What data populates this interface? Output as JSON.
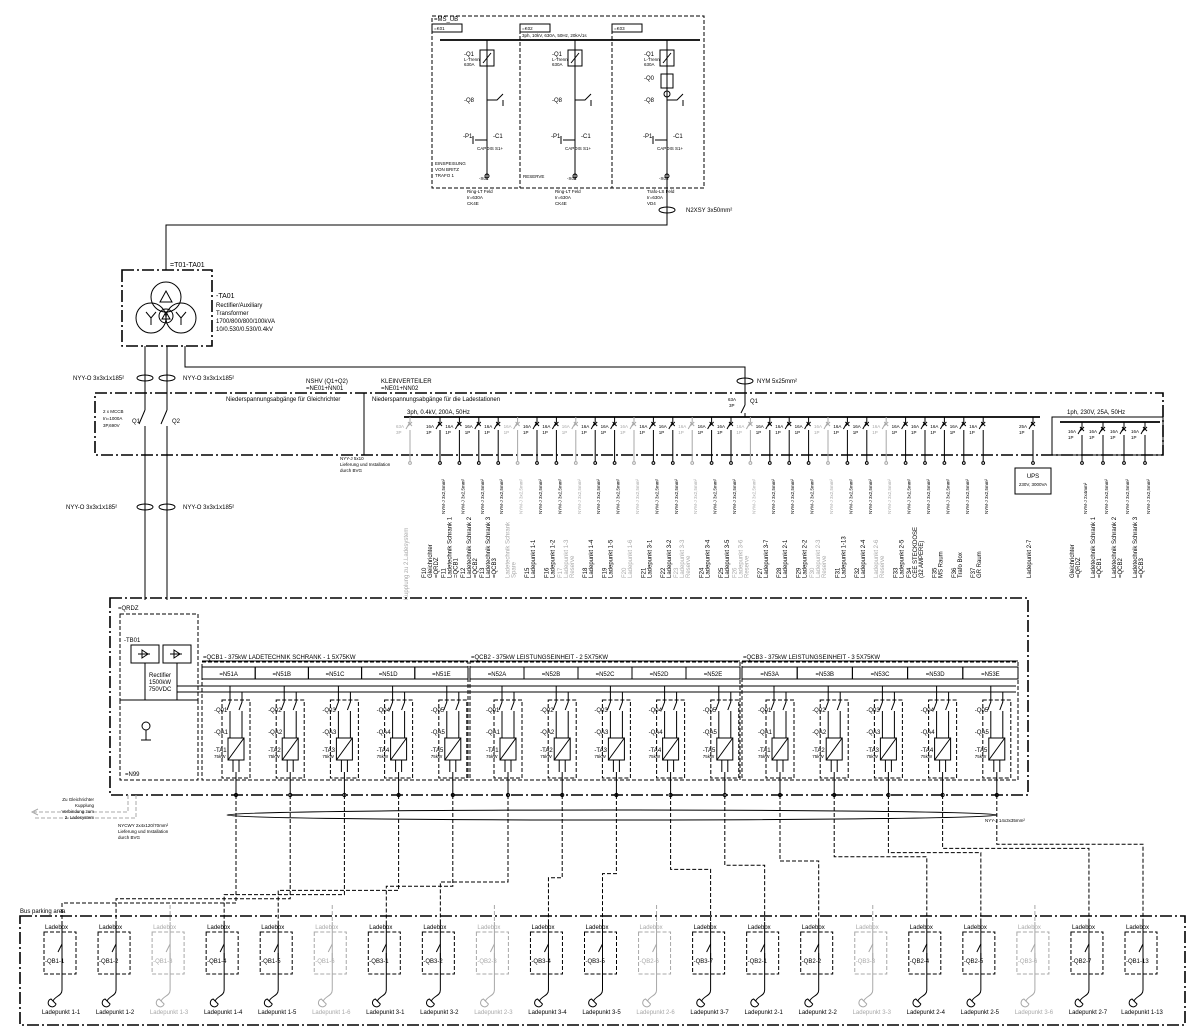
{
  "ms_panel": {
    "title": "=MS_UB",
    "busbar": "3ph, 10kV, 630A, 50Hz, 20kA/1s",
    "feeders": [
      {
        "id": "=K01",
        "q1": "-Q1",
        "q1_type": "L-Trenn",
        "q1_rating": "630A",
        "q0": "",
        "q8": "-Q8",
        "p1": "-P1",
        "c1": "-C1",
        "capdis": "CAPDIS S1+",
        "x": "-X01",
        "desc": [
          "Ring-LT Feld",
          "Ir=630A",
          "CK4E"
        ],
        "note": [
          "EINSPEISUNG",
          "VON BRITZ",
          "TRAFO 1"
        ]
      },
      {
        "id": "=K02",
        "q1": "-Q1",
        "q1_type": "L-Trenn",
        "q1_rating": "630A",
        "q0": "",
        "q8": "-Q8",
        "p1": "-P1",
        "c1": "-C1",
        "capdis": "CAPDIS S1+",
        "x": "-X02",
        "desc": [
          "Ring-LT Feld",
          "Ir=630A",
          "CK4E"
        ],
        "note": [
          "RESERVE"
        ]
      },
      {
        "id": "=K03",
        "q1": "-Q1",
        "q1_type": "L-Trenn",
        "q1_rating": "630A",
        "q0": "-Q0",
        "q8": "-Q8",
        "p1": "-P1",
        "c1": "-C1",
        "capdis": "CAPDIS S1+",
        "x": "-X03",
        "desc": [
          "Trafo-LS Feld",
          "Ir=630A",
          "VD4"
        ],
        "note": []
      }
    ],
    "cable": "N2XSY 3x50mm²"
  },
  "transformer": {
    "id": "=T01-TA01",
    "name": "-TA01",
    "lines": [
      "Rectifier/Auxiliary",
      "Transformer",
      "1700/800/800/100kVA",
      "10/0.530/0.530/0.4kV"
    ]
  },
  "cables": {
    "tr_left": "NYY-O 3x3x1x185²",
    "tr_right": "NYY-O 3x3x1x185²",
    "rect_left": "NYY-O 3x3x1x185²",
    "rect_right": "NYY-O 3x3x1x185²",
    "aux": "NYM 5x25mm²",
    "units_out": "NYY-J 14x3x35mm²",
    "coupling": [
      "NYCWY 2x4x120/70mm²",
      "Lieferung und Installation",
      "durch BVG"
    ],
    "coupling_note": [
      "Zu Gleichrichter",
      "Kupplung",
      "Verbindung zum",
      "2. Ladesystem"
    ]
  },
  "lv": {
    "nshv": "NSHV (Q1+Q2)",
    "nshv_id": "=NE01+NN01",
    "kv": "KLEINVERTEILER",
    "kv_id": "=NE01+NN02",
    "left_title": "Niederspannungsabgänge für Gleichrichter",
    "right_title": "Niederspannungsabgänge für die Ladestationen",
    "mccb": [
      "2 x MCCB",
      "In=1000A",
      "3P,690V"
    ],
    "q1": "Q1",
    "q2": "Q2",
    "inc_rating": "63A",
    "inc_pole": "3P",
    "inc_q": "Q1",
    "bus3": "3ph, 0.4kV, 200A, 50Hz",
    "bus1": "1ph, 230V, 25A, 50Hz",
    "kupplung_cable": [
      "NYY-J 5x10",
      "Lieferung und Installation",
      "durch BVG"
    ],
    "ups": [
      "UPS",
      "230V, 3000VA"
    ],
    "kupplung": {
      "rating": "63A",
      "pole": "3P",
      "label": [
        "Kupplung zu 2.Ladesystem"
      ],
      "gray": true
    },
    "outlets": [
      {
        "rating": "16A",
        "pole": "1P",
        "cable": "NYM-J 3x2,5mm²",
        "label": [
          "F10",
          "Gleichrichter",
          "=QRDZ"
        ],
        "gray": false
      },
      {
        "rating": "16A",
        "pole": "1P",
        "cable": "NYM-J 3x2,5mm²",
        "label": [
          "F11",
          "Ladetechnik Schrank 1",
          "=QCB1"
        ],
        "gray": false
      },
      {
        "rating": "16A",
        "pole": "1P",
        "cable": "NYM-J 3x2,5mm²",
        "label": [
          "F12",
          "Ladetechnik Schrank 2",
          "=QCB2"
        ],
        "gray": false
      },
      {
        "rating": "16A",
        "pole": "1P",
        "cable": "NYM-J 3x2,5mm²",
        "label": [
          "F13",
          "Ladetechnik Schrank 3",
          "=QCB3"
        ],
        "gray": false
      },
      {
        "rating": "16A",
        "pole": "1P",
        "cable": "NYM-J 3x2,5mm²",
        "label": [
          "Ladetechnik Schrank",
          "Spare"
        ],
        "gray": true
      },
      {
        "rating": "16A",
        "pole": "1P",
        "cable": "NYM-J 3x2,5mm²",
        "label": [
          "F15",
          "Ladepunkt 1-1"
        ],
        "gray": false
      },
      {
        "rating": "16A",
        "pole": "1P",
        "cable": "NYM-J 3x2,5mm²",
        "label": [
          "F16",
          "Ladepunkt 1-2"
        ],
        "gray": false
      },
      {
        "rating": "16A",
        "pole": "1P",
        "cable": "NYM-J 3x2,5mm²",
        "label": [
          "F17",
          "Ladepunkt 1-3",
          "Reserve"
        ],
        "gray": true
      },
      {
        "rating": "16A",
        "pole": "1P",
        "cable": "NYM-J 3x2,5mm²",
        "label": [
          "F18",
          "Ladepunkt 1-4"
        ],
        "gray": false
      },
      {
        "rating": "16A",
        "pole": "1P",
        "cable": "NYM-J 3x2,5mm²",
        "label": [
          "F19",
          "Ladepunkt 1-5"
        ],
        "gray": false
      },
      {
        "rating": "16A",
        "pole": "1P",
        "cable": "NYM-J 3x2,5mm²",
        "label": [
          "F20",
          "Ladepunkt 1-6"
        ],
        "gray": true
      },
      {
        "rating": "16A",
        "pole": "1P",
        "cable": "NYM-J 3x2,5mm²",
        "label": [
          "F21",
          "Ladepunkt 3-1"
        ],
        "gray": false
      },
      {
        "rating": "16A",
        "pole": "1P",
        "cable": "NYM-J 3x2,5mm²",
        "label": [
          "F22",
          "Ladepunkt 3-2"
        ],
        "gray": false
      },
      {
        "rating": "16A",
        "pole": "1P",
        "cable": "NYM-J 3x2,5mm²",
        "label": [
          "F23",
          "Ladepunkt 3-3",
          "Reserve"
        ],
        "gray": true
      },
      {
        "rating": "16A",
        "pole": "1P",
        "cable": "NYM-J 3x2,5mm²",
        "label": [
          "F24",
          "Ladepunkt 3-4"
        ],
        "gray": false
      },
      {
        "rating": "16A",
        "pole": "1P",
        "cable": "NYM-J 3x2,5mm²",
        "label": [
          "F25",
          "Ladepunkt 3-5"
        ],
        "gray": false
      },
      {
        "rating": "16A",
        "pole": "1P",
        "cable": "NYM-J 3x2,5mm²",
        "label": [
          "F26",
          "Ladepunkt 3-6",
          "Reserve"
        ],
        "gray": true
      },
      {
        "rating": "16A",
        "pole": "1P",
        "cable": "NYM-J 3x2,5mm²",
        "label": [
          "F27",
          "Ladepunkt 3-7"
        ],
        "gray": false
      },
      {
        "rating": "16A",
        "pole": "1P",
        "cable": "NYM-J 3x2,5mm²",
        "label": [
          "F28",
          "Ladepunkt 2-1"
        ],
        "gray": false
      },
      {
        "rating": "16A",
        "pole": "1P",
        "cable": "NYM-J 3x2,5mm²",
        "label": [
          "F29",
          "Ladepunkt 2-2"
        ],
        "gray": false
      },
      {
        "rating": "16A",
        "pole": "1P",
        "cable": "NYM-J 3x2,5mm²",
        "label": [
          "F30",
          "Ladepunkt 2-3",
          "Reserve"
        ],
        "gray": true
      },
      {
        "rating": "16A",
        "pole": "1P",
        "cable": "NYM-J 3x2,5mm²",
        "label": [
          "F31",
          "Ladepunkt 1-13"
        ],
        "gray": false
      },
      {
        "rating": "16A",
        "pole": "1P",
        "cable": "NYM-J 3x2,5mm²",
        "label": [
          "F32",
          "Ladepunkt 2-4"
        ],
        "gray": false
      },
      {
        "rating": "16A",
        "pole": "1P",
        "cable": "NYM-J 3x2,5mm²",
        "label": [
          "Ladepunkt 2-6",
          "Reserve"
        ],
        "gray": true
      },
      {
        "rating": "16A",
        "pole": "1P",
        "cable": "NYM-J 3x2,5mm²",
        "label": [
          "F33",
          "Ladepunkt 2-5"
        ],
        "gray": false
      },
      {
        "rating": "16A",
        "pole": "1P",
        "cable": "NYM-J 3x2,5mm²",
        "label": [
          "F34",
          "CEE STECKDOSE",
          "(32 AMPERE)"
        ],
        "gray": false
      },
      {
        "rating": "16A",
        "pole": "1P",
        "cable": "NYM-J 3x2,5mm²",
        "label": [
          "F35",
          "MS Raum"
        ],
        "gray": false
      },
      {
        "rating": "16A",
        "pole": "1P",
        "cable": "NYM-J 3x2,5mm²",
        "label": [
          "F36",
          "Trafo Box"
        ],
        "gray": false
      },
      {
        "rating": "16A",
        "pole": "1P",
        "cable": "NYM-J 3x2,5mm²",
        "label": [
          "F37",
          "GR Raum"
        ],
        "gray": false
      },
      {
        "rating": "25A",
        "pole": "1P",
        "cable": "",
        "label": [
          "Ladepunkt 2-7"
        ],
        "gray": false
      }
    ],
    "outlets_1ph": [
      {
        "rating": "16A",
        "pole": "1P",
        "cable": "NYM-J 2x4mm²",
        "label": [
          "Gleichrichter",
          "=QRDZ"
        ],
        "gray": false
      },
      {
        "rating": "16A",
        "pole": "1P",
        "cable": "NYM-J 3x2,5mm²",
        "label": [
          "Ladetechnik Schrank 1",
          "=QCB1"
        ],
        "gray": false
      },
      {
        "rating": "16A",
        "pole": "1P",
        "cable": "NYM-J 3x2,5mm²",
        "label": [
          "Ladetechnik Schrank 2",
          "=QCB2"
        ],
        "gray": false
      },
      {
        "rating": "16A",
        "pole": "1P",
        "cable": "NYM-J 3x2,5mm²",
        "label": [
          "Ladetechnik Schrank 3",
          "=QCB3"
        ],
        "gray": false
      }
    ]
  },
  "rectifier": {
    "id": "=QRDZ",
    "tb": "-TB01",
    "lines": [
      "Rectifier",
      "1500kW",
      "750VDC"
    ],
    "n99": "=N99"
  },
  "groups": [
    {
      "title": "=QCB1 - 375kW LADETECHNIK SCHRANK - 1 5X75KW",
      "n_labels": [
        "=N51A",
        "=N51B",
        "=N51C",
        "=N51D",
        "=N51E"
      ],
      "units": [
        {
          "q": "-Q01",
          "qa": "-QA1",
          "ta": "-TA1",
          "kw": "75kW"
        },
        {
          "q": "-Q02",
          "qa": "-QA2",
          "ta": "-TA2",
          "kw": "75kW"
        },
        {
          "q": "-Q03",
          "qa": "-QA3",
          "ta": "-TA3",
          "kw": "75kW"
        },
        {
          "q": "-Q04",
          "qa": "-QA4",
          "ta": "-TA4",
          "kw": "75kW"
        },
        {
          "q": "-Q05",
          "qa": "-QA5",
          "ta": "-TA5",
          "kw": "75kW"
        }
      ]
    },
    {
      "title": "=QCB2 - 375kW LEISTUNGSEINHEIT - 2 5X75KW",
      "n_labels": [
        "=N52A",
        "=N52B",
        "=N52C",
        "=N52D",
        "=N52E"
      ],
      "units": [
        {
          "q": "-Q01",
          "qa": "-QA1",
          "ta": "-TA1",
          "kw": "75kW"
        },
        {
          "q": "-Q02",
          "qa": "-QA2",
          "ta": "-TA2",
          "kw": "75kW"
        },
        {
          "q": "-Q03",
          "qa": "-QA3",
          "ta": "-TA3",
          "kw": "75kW"
        },
        {
          "q": "-Q04",
          "qa": "-QA4",
          "ta": "-TA4",
          "kw": "75kW"
        },
        {
          "q": "-Q05",
          "qa": "-QA5",
          "ta": "-TA5",
          "kw": "75kW"
        }
      ]
    },
    {
      "title": "=QCB3 - 375kW LEISTUNGSEINHEIT - 3 5X75KW",
      "n_labels": [
        "=N53A",
        "=N53B",
        "=N53C",
        "=N53D",
        "=N53E"
      ],
      "units": [
        {
          "q": "-Q01",
          "qa": "-QA1",
          "ta": "-TA1",
          "kw": "75kW"
        },
        {
          "q": "-Q02",
          "qa": "-QA2",
          "ta": "-TA2",
          "kw": "75kW"
        },
        {
          "q": "-Q03",
          "qa": "-QA3",
          "ta": "-TA3",
          "kw": "75kW"
        },
        {
          "q": "-Q04",
          "qa": "-QA4",
          "ta": "-TA4",
          "kw": "75kW"
        },
        {
          "q": "-Q05",
          "qa": "-QA5",
          "ta": "-TA5",
          "kw": "75kW"
        }
      ]
    }
  ],
  "parking": {
    "title": "Bus parking area",
    "box_label": "Ladebox",
    "boxes": [
      {
        "qb": "-QB1-1",
        "lp": "Ladepunkt 1-1",
        "gray": false
      },
      {
        "qb": "-QB1-2",
        "lp": "Ladepunkt 1-2",
        "gray": false
      },
      {
        "qb": "-QB1-3",
        "lp": "Ladepunkt 1-3",
        "gray": true
      },
      {
        "qb": "-QB1-4",
        "lp": "Ladepunkt 1-4",
        "gray": false
      },
      {
        "qb": "-QB1-5",
        "lp": "Ladepunkt 1-5",
        "gray": false
      },
      {
        "qb": "-QB1-6",
        "lp": "Ladepunkt 1-6",
        "gray": true
      },
      {
        "qb": "-QB3-1",
        "lp": "Ladepunkt 3-1",
        "gray": false
      },
      {
        "qb": "-QB3-2",
        "lp": "Ladepunkt 3-2",
        "gray": false
      },
      {
        "qb": "-QB2-3",
        "lp": "Ladepunkt 2-3",
        "gray": true
      },
      {
        "qb": "-QB3-4",
        "lp": "Ladepunkt 3-4",
        "gray": false
      },
      {
        "qb": "-QB3-5",
        "lp": "Ladepunkt 3-5",
        "gray": false
      },
      {
        "qb": "-QB2-6",
        "lp": "Ladepunkt 2-6",
        "gray": true
      },
      {
        "qb": "-QB3-7",
        "lp": "Ladepunkt 3-7",
        "gray": false
      },
      {
        "qb": "-QB2-1",
        "lp": "Ladepunkt 2-1",
        "gray": false
      },
      {
        "qb": "-QB2-2",
        "lp": "Ladepunkt 2-2",
        "gray": false
      },
      {
        "qb": "-QB3-3",
        "lp": "Ladepunkt 3-3",
        "gray": true
      },
      {
        "qb": "-QB2-4",
        "lp": "Ladepunkt 2-4",
        "gray": false
      },
      {
        "qb": "-QB2-5",
        "lp": "Ladepunkt 2-5",
        "gray": false
      },
      {
        "qb": "-QB3-6",
        "lp": "Ladepunkt 3-6",
        "gray": true
      },
      {
        "qb": "-QB2-7",
        "lp": "Ladepunkt 2-7",
        "gray": false
      },
      {
        "qb": "-QB1-13",
        "lp": "Ladepunkt 1-13",
        "gray": false
      }
    ]
  }
}
